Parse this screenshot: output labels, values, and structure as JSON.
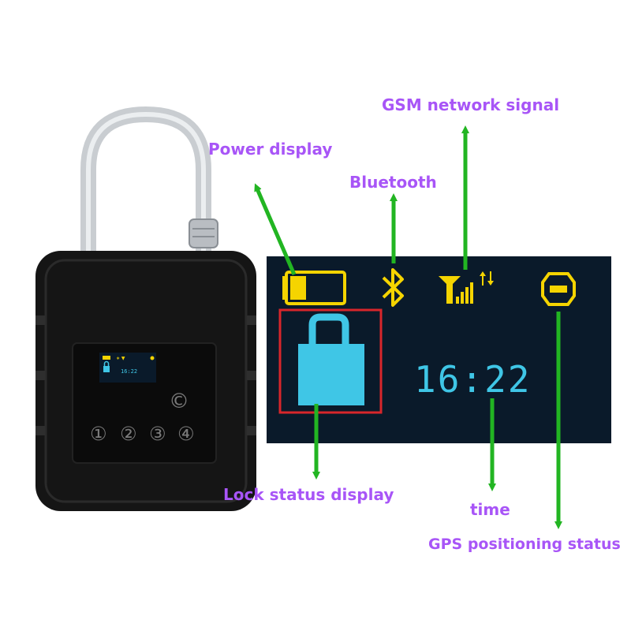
{
  "colors": {
    "label": "#a855f7",
    "arrow": "#22b522",
    "screen_bg": "#0a1a2a",
    "icon_yellow": "#f5d400",
    "lock_cyan": "#3fc6e6",
    "highlight_box": "#d8262b",
    "lock_body": "#151515"
  },
  "labels": {
    "gsm": "GSM network signal",
    "power": "Power display",
    "bluetooth": "Bluetooth",
    "lock_status": "Lock status display",
    "time": "time",
    "gps": "GPS positioning status"
  },
  "screen": {
    "time": "16:22",
    "icons": [
      "battery-icon",
      "bluetooth-icon",
      "gsm-signal-icon",
      "data-transfer-icon",
      "gps-icon",
      "lock-status-icon"
    ]
  },
  "device": {
    "mini_time": "16:22",
    "keypad": [
      "①",
      "②",
      "③",
      "④"
    ],
    "clear_key": "©"
  }
}
